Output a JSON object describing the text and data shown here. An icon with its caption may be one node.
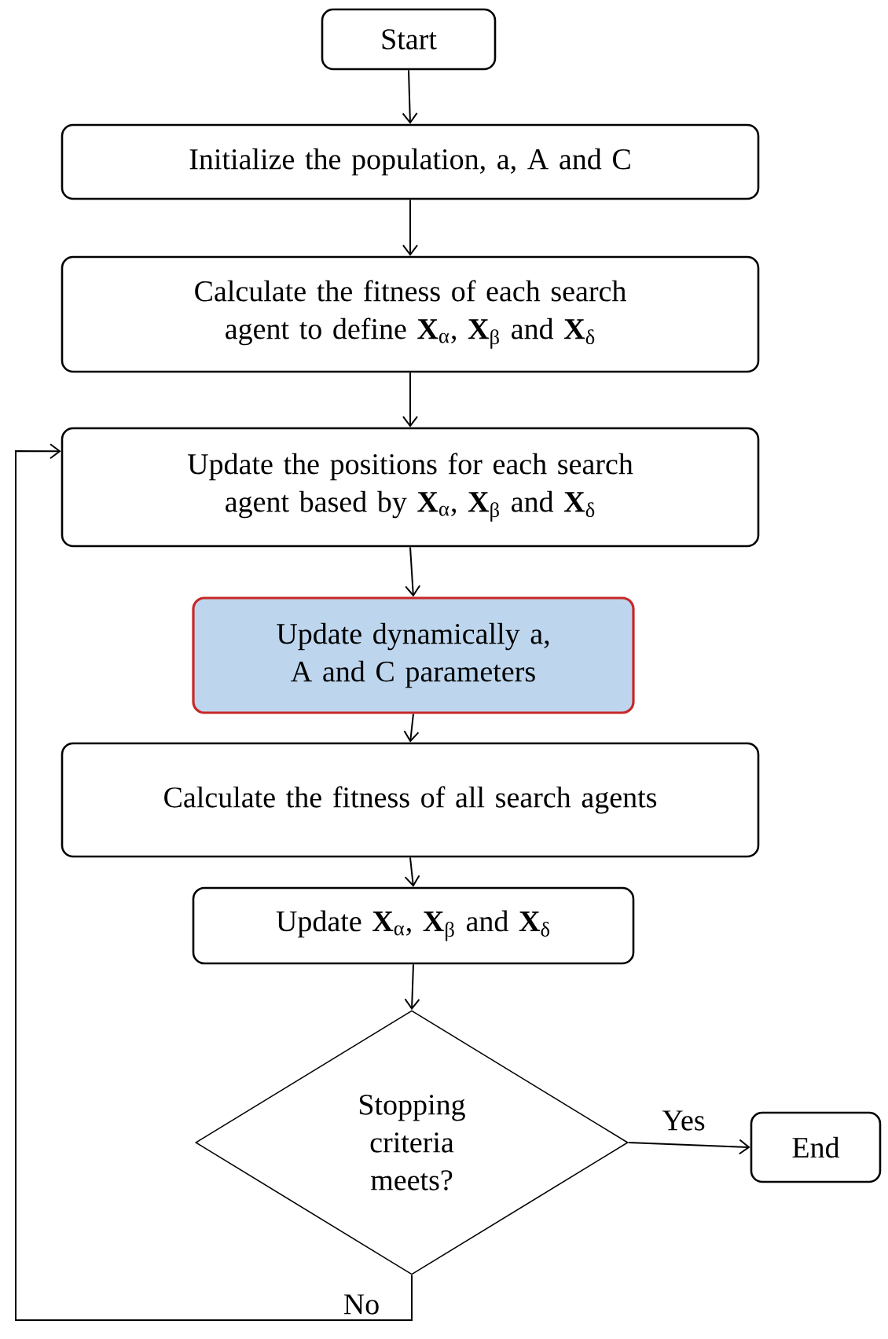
{
  "diagram": {
    "nodes": [
      {
        "text": [
          "Start"
        ]
      },
      {
        "text": [
          "Initialize the population, a, A and C"
        ]
      },
      {
        "text": [
          "Calculate the fitness of each search agent to define **X**$_{α}$, **X**$_{β}$ and **X**$_{δ}$"
        ]
      },
      {
        "text": [
          "Update the positions for each search agent based by **X**$_{α}$, **X**$_{β}$ and **X**$_{δ}$"
        ]
      },
      {
        "text": [
          "Update dynamically a, A and C parameters"
        ]
      },
      {
        "text": [
          "Calculate the fitness of all search agents"
        ]
      },
      {
        "text": [
          "Update **X**$_{α}$, **X**$_{β}$ and **X**$_{δ}$"
        ]
      },
      {
        "text": [
          "Stopping criteria meets?"
        ]
      },
      {
        "text": [
          "End"
        ]
      }
    ],
    "edges": [
      {
        "from": 0,
        "to": 1,
        "arrow": "to"
      },
      {
        "from": 1,
        "to": 2,
        "arrow": "to"
      },
      {
        "from": 2,
        "to": 3,
        "arrow": "to"
      },
      {
        "from": 3,
        "to": 4,
        "arrow": "to"
      },
      {
        "from": 4,
        "to": 5,
        "arrow": "to"
      },
      {
        "from": 5,
        "to": 6,
        "arrow": "to"
      },
      {
        "from": 6,
        "to": 7,
        "arrow": "to"
      },
      {
        "from": 7,
        "to": 8,
        "arrow": "to",
        "label": "Yes"
      },
      {
        "from": 7,
        "to": 3,
        "arrow": "to",
        "label": "No"
      }
    ]
  }
}
